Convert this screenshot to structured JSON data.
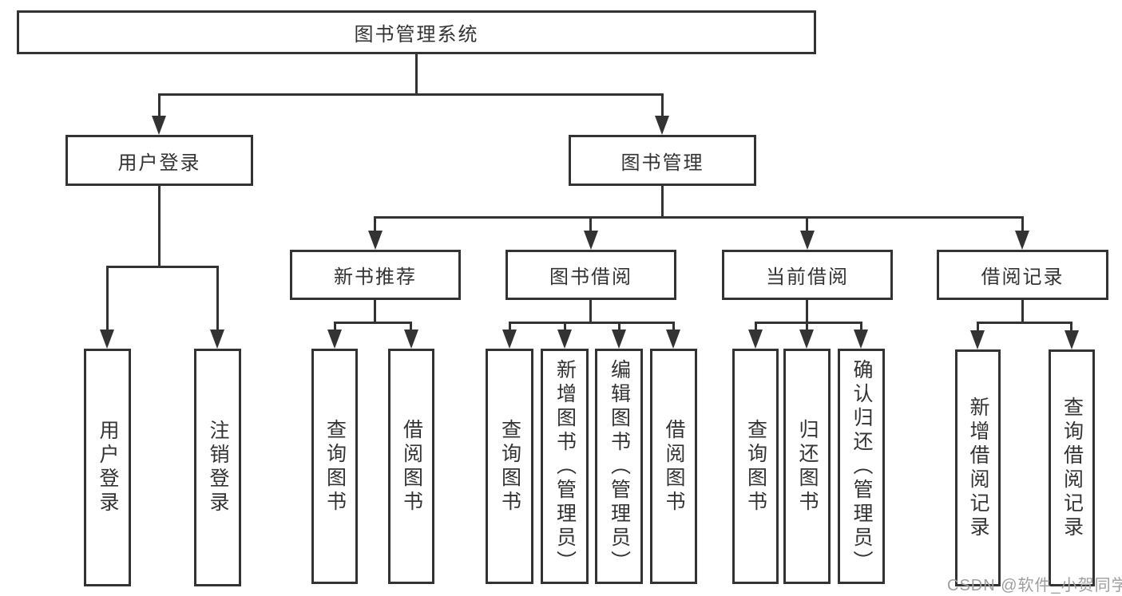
{
  "diagram": {
    "type": "tree",
    "background_color": "#ffffff",
    "line_color": "#333333",
    "text_color": "#333333",
    "watermark_color": "#9e9e9e",
    "root": {
      "label": "图书管理系统"
    },
    "level2": {
      "user_login": {
        "label": "用户登录"
      },
      "book_management": {
        "label": "图书管理"
      }
    },
    "user_login_children": {
      "user_login": {
        "label": "用户登录"
      },
      "logout": {
        "label": "注销登录"
      }
    },
    "book_management_children": {
      "new_book_recommend": {
        "label": "新书推荐"
      },
      "book_borrow": {
        "label": "图书借阅"
      },
      "current_borrow": {
        "label": "当前借阅"
      },
      "borrow_record": {
        "label": "借阅记录"
      }
    },
    "new_book_recommend_children": {
      "query_books": {
        "label": "查询图书"
      },
      "borrow_books": {
        "label": "借阅图书"
      }
    },
    "book_borrow_children": {
      "query_books": {
        "label": "查询图书"
      },
      "add_books": {
        "label": "新增图书（管理员）"
      },
      "edit_books": {
        "label": "编辑图书（管理员）"
      },
      "borrow_books": {
        "label": "借阅图书"
      }
    },
    "current_borrow_children": {
      "query_books": {
        "label": "查询图书"
      },
      "return_books": {
        "label": "归还图书"
      },
      "confirm_return": {
        "label": "确认归还（管理员）"
      }
    },
    "borrow_record_children": {
      "add_borrow_record": {
        "label": "新增借阅记录"
      },
      "query_borrow_record": {
        "label": "查询借阅记录"
      }
    },
    "watermark": "CSDN @软件_小贺同学"
  }
}
